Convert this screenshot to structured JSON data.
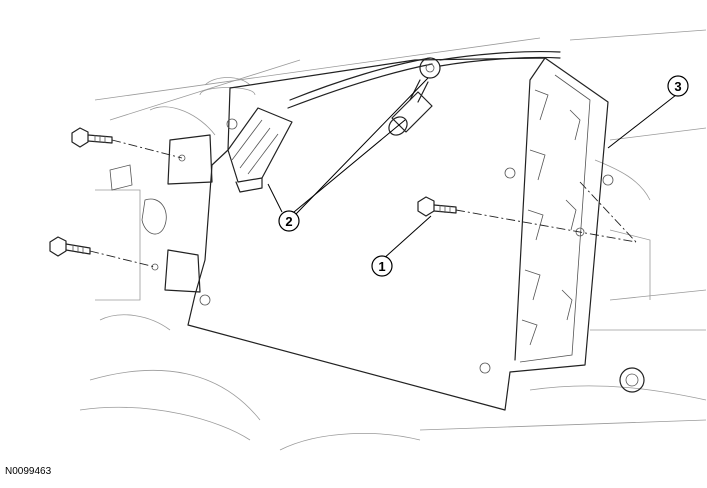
{
  "figure_id": "N0099463",
  "callouts": [
    {
      "label": "1"
    },
    {
      "label": "2"
    },
    {
      "label": "3"
    }
  ]
}
